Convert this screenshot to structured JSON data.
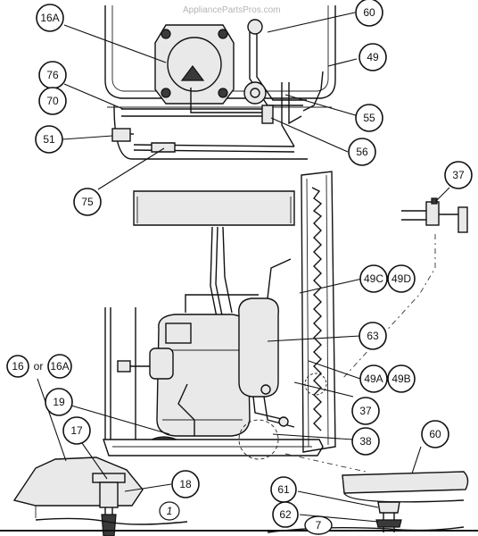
{
  "watermark": "AppliancePartsPros.com",
  "callouts": {
    "c16A_top": "16A",
    "c60_top": "60",
    "c49": "49",
    "c76": "76",
    "c70": "70",
    "c55": "55",
    "c51": "51",
    "c56": "56",
    "c75": "75",
    "c37_right": "37",
    "c49C": "49C",
    "c49D": "49D",
    "c63": "63",
    "c16": "16",
    "c_or": "or",
    "c16A_left": "16A",
    "c49A": "49A",
    "c49B": "49B",
    "c19": "19",
    "c37_mid": "37",
    "c17": "17",
    "c38": "38",
    "c60_bottom": "60",
    "c18": "18",
    "c61": "61",
    "c62": "62",
    "c1": "1",
    "c7": "7"
  },
  "colors": {
    "ink": "#111111",
    "background": "#ffffff",
    "watermark": "#b5b5b5"
  }
}
